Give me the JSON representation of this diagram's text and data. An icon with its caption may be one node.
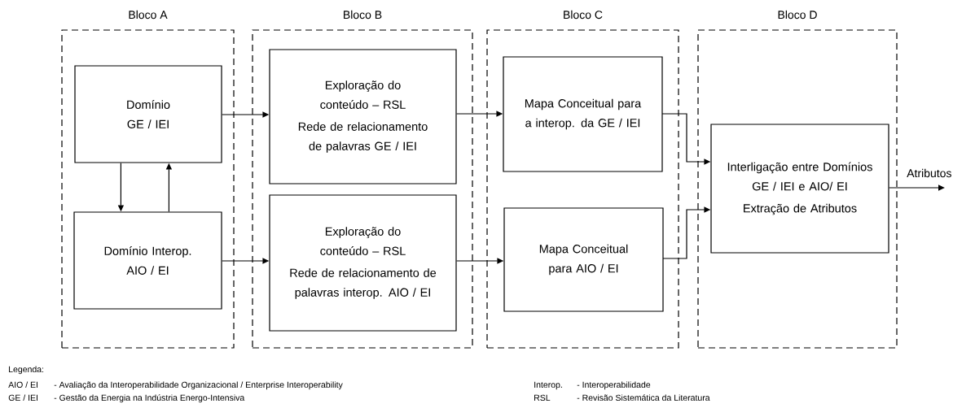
{
  "diagram": {
    "nodes": [
      {
        "text": [
          "Bloco A"
        ]
      },
      {
        "text": [
          "Domínio GE / IEI"
        ],
        "in": 0
      },
      {
        "text": [
          "Domínio Interop. AIO / EI"
        ],
        "in": 0
      },
      {
        "text": [
          "Bloco B"
        ]
      },
      {
        "text": [
          "Exploração do conteúdo – RSL",
          "Rede de relacionamento de palavras GE / IEI"
        ],
        "in": 3
      },
      {
        "text": [
          "Exploração do conteúdo – RSL",
          "Rede de relacionamento de palavras interop. AIO / EI"
        ],
        "in": 3
      },
      {
        "text": [
          "Bloco C"
        ]
      },
      {
        "text": [
          "Mapa Conceitual para a interop. da GE / IEI"
        ],
        "in": 6
      },
      {
        "text": [
          "Mapa Conceitual para AIO / EI"
        ],
        "in": 6
      },
      {
        "text": [
          "Bloco D"
        ]
      },
      {
        "text": [
          "Interligação entre Domínios GE / IEI e AIO/ EI",
          "Extração de Atributos"
        ],
        "in": 9
      }
    ],
    "edges": [
      {
        "from": 1,
        "to": 2,
        "arrow": "to"
      },
      {
        "from": 2,
        "to": 1,
        "arrow": "to"
      },
      {
        "from": 1,
        "to": 4,
        "arrow": "to"
      },
      {
        "from": 2,
        "to": 5,
        "arrow": "to"
      },
      {
        "from": 4,
        "to": 7,
        "arrow": "to"
      },
      {
        "from": 5,
        "to": 8,
        "arrow": "to"
      },
      {
        "from": 7,
        "to": 10,
        "arrow": "to"
      },
      {
        "from": 8,
        "to": 10,
        "arrow": "to"
      },
      {
        "from": 10,
        "to": null,
        "arrow": "to",
        "label": "Atributos"
      }
    ],
    "labels": [
      "Legenda:",
      "AIO / EI",
      "- Avaliação da Interoperabilidade Organizacional / Enterprise Interoperability",
      "Interop.",
      "- Interoperabilidade",
      "GE / IEI",
      "- Gestão da Energia na Indústria Energo-Intensiva",
      "RSL",
      "- Revisão Sistemática da Literatura"
    ]
  }
}
